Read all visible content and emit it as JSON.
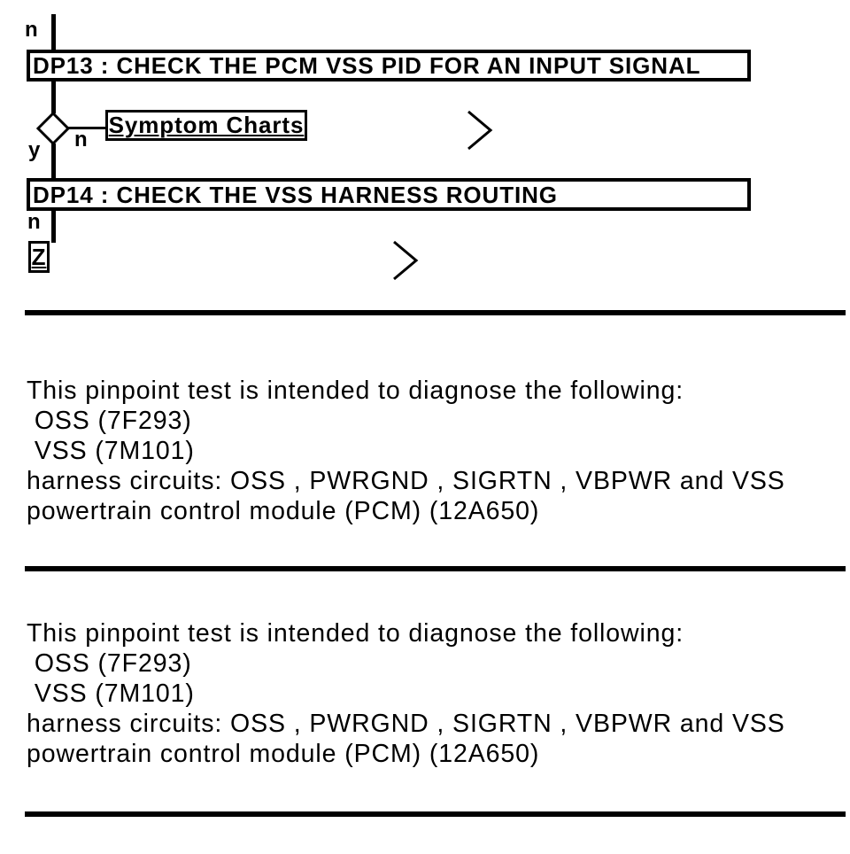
{
  "page": {
    "background_color": "#ffffff",
    "ink_color": "#000000"
  },
  "flowchart": {
    "entry_branch_label": "n",
    "dp13_title": "DP13 : CHECK THE PCM VSS PID FOR AN INPUT SIGNAL",
    "decision_yes_label": "y",
    "decision_no_label": "n",
    "symptom_charts_label": "Symptom Charts",
    "dp14_title": "DP14 : CHECK THE VSS HARNESS ROUTING",
    "dp14_branch_label": "n",
    "z_link_label": "Z",
    "icons": {
      "decision_node": "decision-diamond",
      "next_indicator": "chevron-right"
    }
  },
  "sections": [
    {
      "lines": [
        "This pinpoint test is intended to diagnose the following:",
        " OSS (7F293)",
        " VSS (7M101)",
        "harness circuits: OSS , PWRGND , SIGRTN , VBPWR and VSS",
        "powertrain control module (PCM) (12A650)"
      ]
    },
    {
      "lines": [
        "This pinpoint test is intended to diagnose the following:",
        " OSS (7F293)",
        " VSS (7M101)",
        "harness circuits: OSS , PWRGND , SIGRTN , VBPWR and VSS",
        "powertrain control module (PCM) (12A650)"
      ]
    }
  ]
}
